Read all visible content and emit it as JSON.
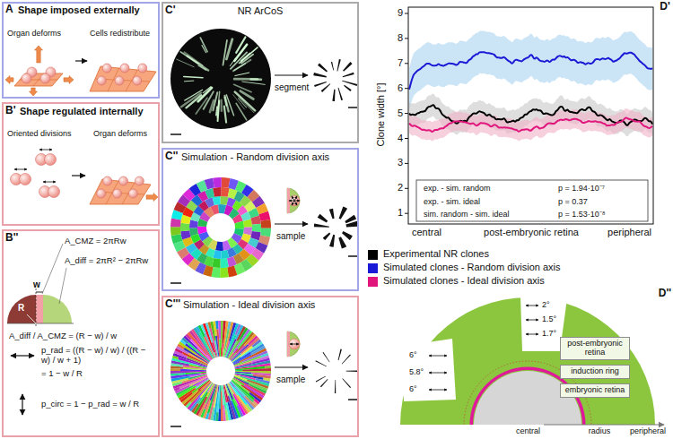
{
  "diagram": {
    "nodes": [
      {
        "text": [
          "A",
          "Shape imposed externally",
          "Organ deforms",
          "Cells redistribute"
        ]
      },
      {
        "text": [
          "B'",
          "Shape regulated internally",
          "Oriented divisions",
          "Organ deforms"
        ]
      },
      {
        "text": [
          "B''",
          "A_CMZ = 2πRw",
          "A_diff = 2πR² − 2πRw",
          "A_diff / A_CMZ = (R − w) / w",
          "R",
          "w",
          "p_rad = ((R − w) / w) / ((R − w) / w + 1)",
          "= 1 − w / R",
          "p_circ = 1 − p_rad = w / R"
        ]
      },
      {
        "text": [
          "C'",
          "NR ArCoS",
          "segment"
        ]
      },
      {
        "text": [
          "C''",
          "Simulation - Random division axis",
          "sample"
        ]
      },
      {
        "text": [
          "C'''",
          "Simulation - Ideal division axis",
          "sample"
        ]
      },
      {
        "text": [
          "post-embryonic retina"
        ]
      },
      {
        "text": [
          "induction ring"
        ]
      },
      {
        "text": [
          "embryonic retina"
        ]
      }
    ],
    "labels": [
      "D'",
      "9",
      "8",
      "7",
      "6",
      "5",
      "4",
      "3",
      "2",
      "1",
      "Clone width [°]",
      "central",
      "post-embryonic retina",
      "peripheral",
      "exp. - sim. random",
      "p = 1.94·10⁻⁷",
      "exp. - sim. ideal",
      "p = 0.37",
      "sim. random - sim. ideal",
      "p = 1.53·10⁻⁸",
      "D''",
      "2°",
      "1.5°",
      "1.7°",
      "6°",
      "5.8°",
      "6°",
      "central",
      "radius",
      "peripheral"
    ],
    "legend": [
      {
        "text": "Experimental NR clones",
        "color": "#000000"
      },
      {
        "text": "Simulated clones - Random division axis",
        "color": "#1a1ad6"
      },
      {
        "text": "Simulated clones - Ideal division axis",
        "color": "#e0167c"
      }
    ]
  }
}
